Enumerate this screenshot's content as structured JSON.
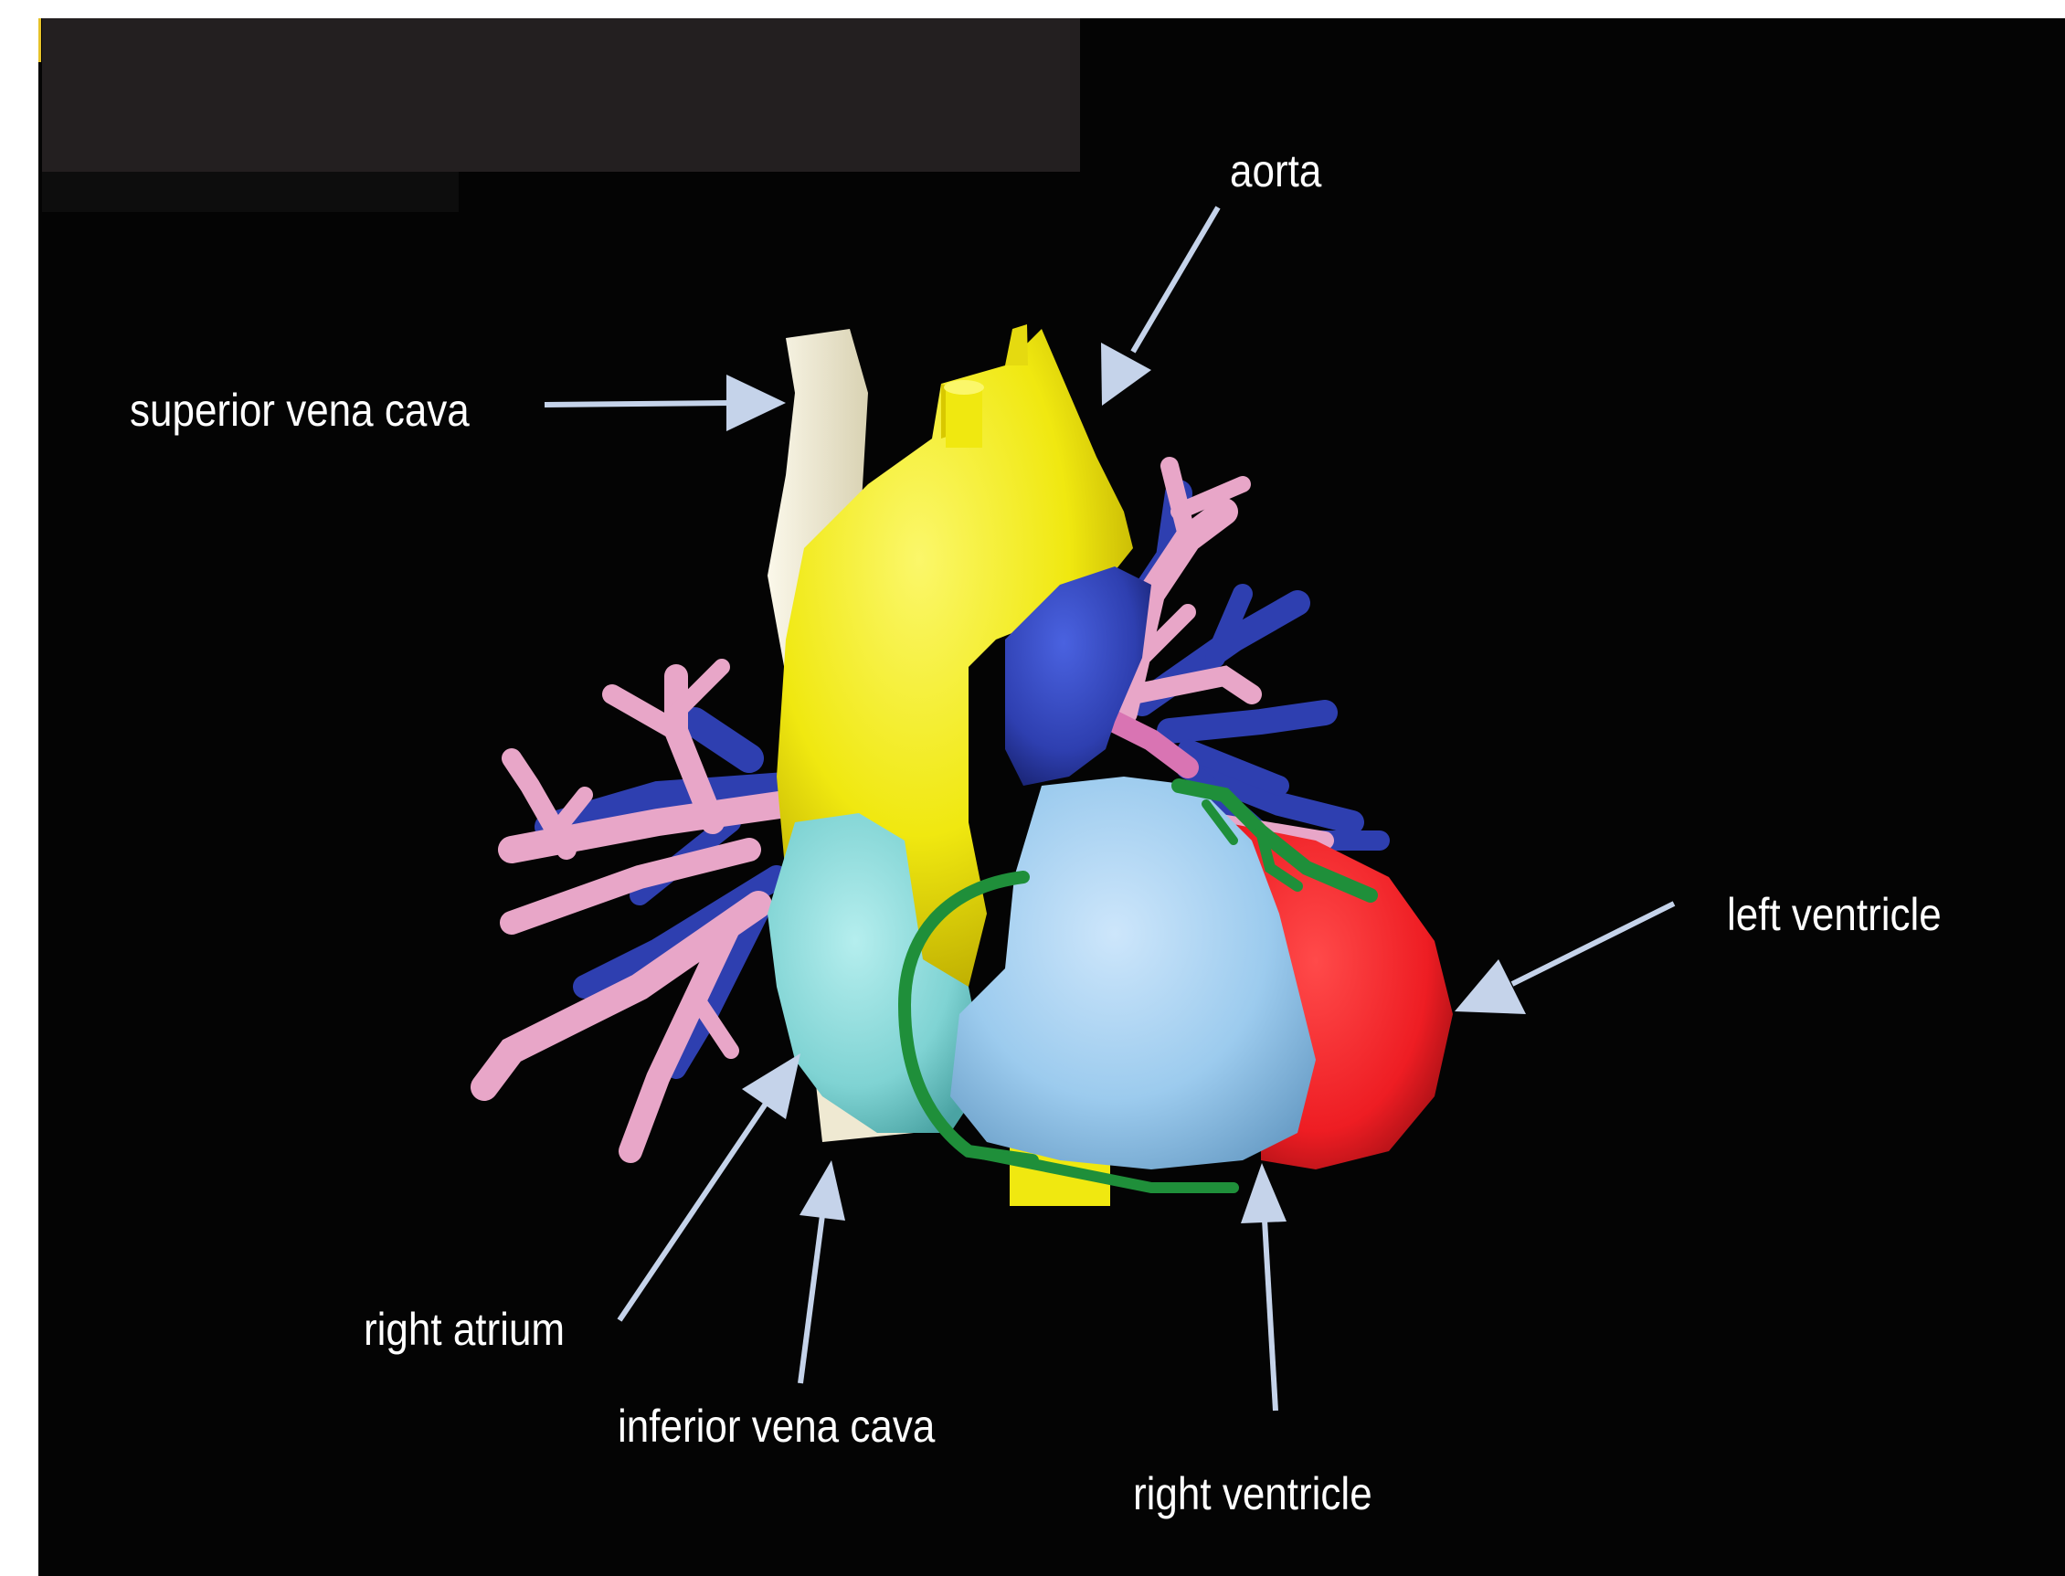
{
  "labels": {
    "aorta": "aorta",
    "superior_vena_cava": "superior vena cava",
    "left_ventricle": "left ventricle",
    "right_atrium": "right atrium",
    "inferior_vena_cava": "inferior vena cava",
    "right_ventricle": "right ventricle"
  },
  "colors": {
    "background": "#040404",
    "label_text": "#ffffff",
    "arrow": "#c5d3ea",
    "aorta": "#f0e810",
    "superior_vena_cava": "#efe9d2",
    "pulmonary_artery": "#2e3fb0",
    "pulmonary_veins": "#e8a6c8",
    "right_atrium": "#7fd3d3",
    "right_ventricle": "#9ccbee",
    "left_ventricle": "#ee1d23",
    "coronary_arteries": "#1f8f3a"
  }
}
